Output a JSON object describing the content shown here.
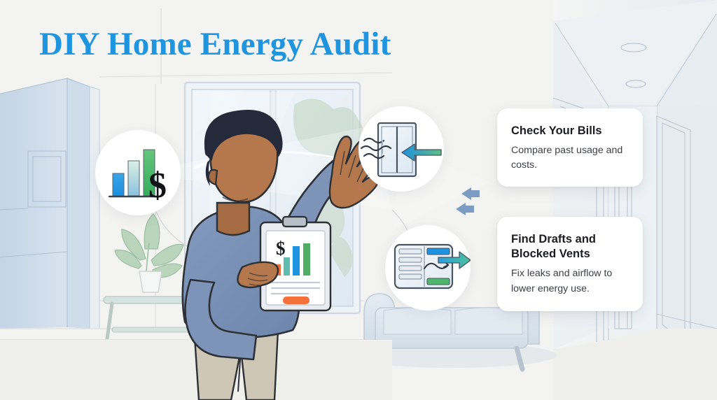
{
  "page": {
    "title": "DIY Home Energy Audit",
    "title_color": "#1f95e0",
    "background_color": "#f3f3f1"
  },
  "cards": [
    {
      "id": "check-your-bills",
      "title": "Check Your Bills",
      "body": "Compare past usage and costs."
    },
    {
      "id": "find-drafts-and-blocked-vents",
      "title": "Find Drafts and Blocked Vents",
      "body": "Fix leaks and airflow to lower energy use."
    }
  ],
  "icons": {
    "chart_bubble": {
      "name": "bar-chart-dollar-icon",
      "symbol": "$",
      "bar_colors": [
        "#1f93e0",
        "#8fc4de",
        "#3cb15c"
      ]
    },
    "window_bubble": {
      "name": "window-draft-icon",
      "arrow_gradient": [
        "#1f93e0",
        "#3cb15c"
      ]
    },
    "vent_bubble": {
      "name": "blocked-vent-airflow-icon",
      "accent_top": "#1f93e0",
      "accent_bottom": "#3cb15c",
      "arrow_gradient": [
        "#1f93e0",
        "#3cb15c"
      ]
    },
    "exchange": {
      "name": "exchange-arrows-icon",
      "color": "#7d9cc4"
    }
  },
  "illustration": {
    "scene": "living room interior with window, hallway, sofa, side table with plant",
    "person": {
      "name": "person-inspecting-window",
      "hair_color": "#252a3a",
      "skin_color": "#b5784c",
      "sweater_color": "#7d93b8",
      "pants_color": "#cfc7b6"
    },
    "clipboard": {
      "name": "clipboard-with-energy-report",
      "symbol": "$",
      "bar_colors": [
        "#ea6f3c",
        "#5fbdb0",
        "#1f93e0",
        "#4fae63"
      ],
      "button_color": "#f4713c"
    },
    "plant": {
      "name": "potted-plant",
      "leaf_color": "#b5d3b8",
      "pot_color": "#f2f4f3"
    },
    "sofa": {
      "name": "sofa",
      "color": "#dde5ed"
    },
    "wall_color": "#f3f3f1",
    "door_color": "#c7d6e6"
  }
}
